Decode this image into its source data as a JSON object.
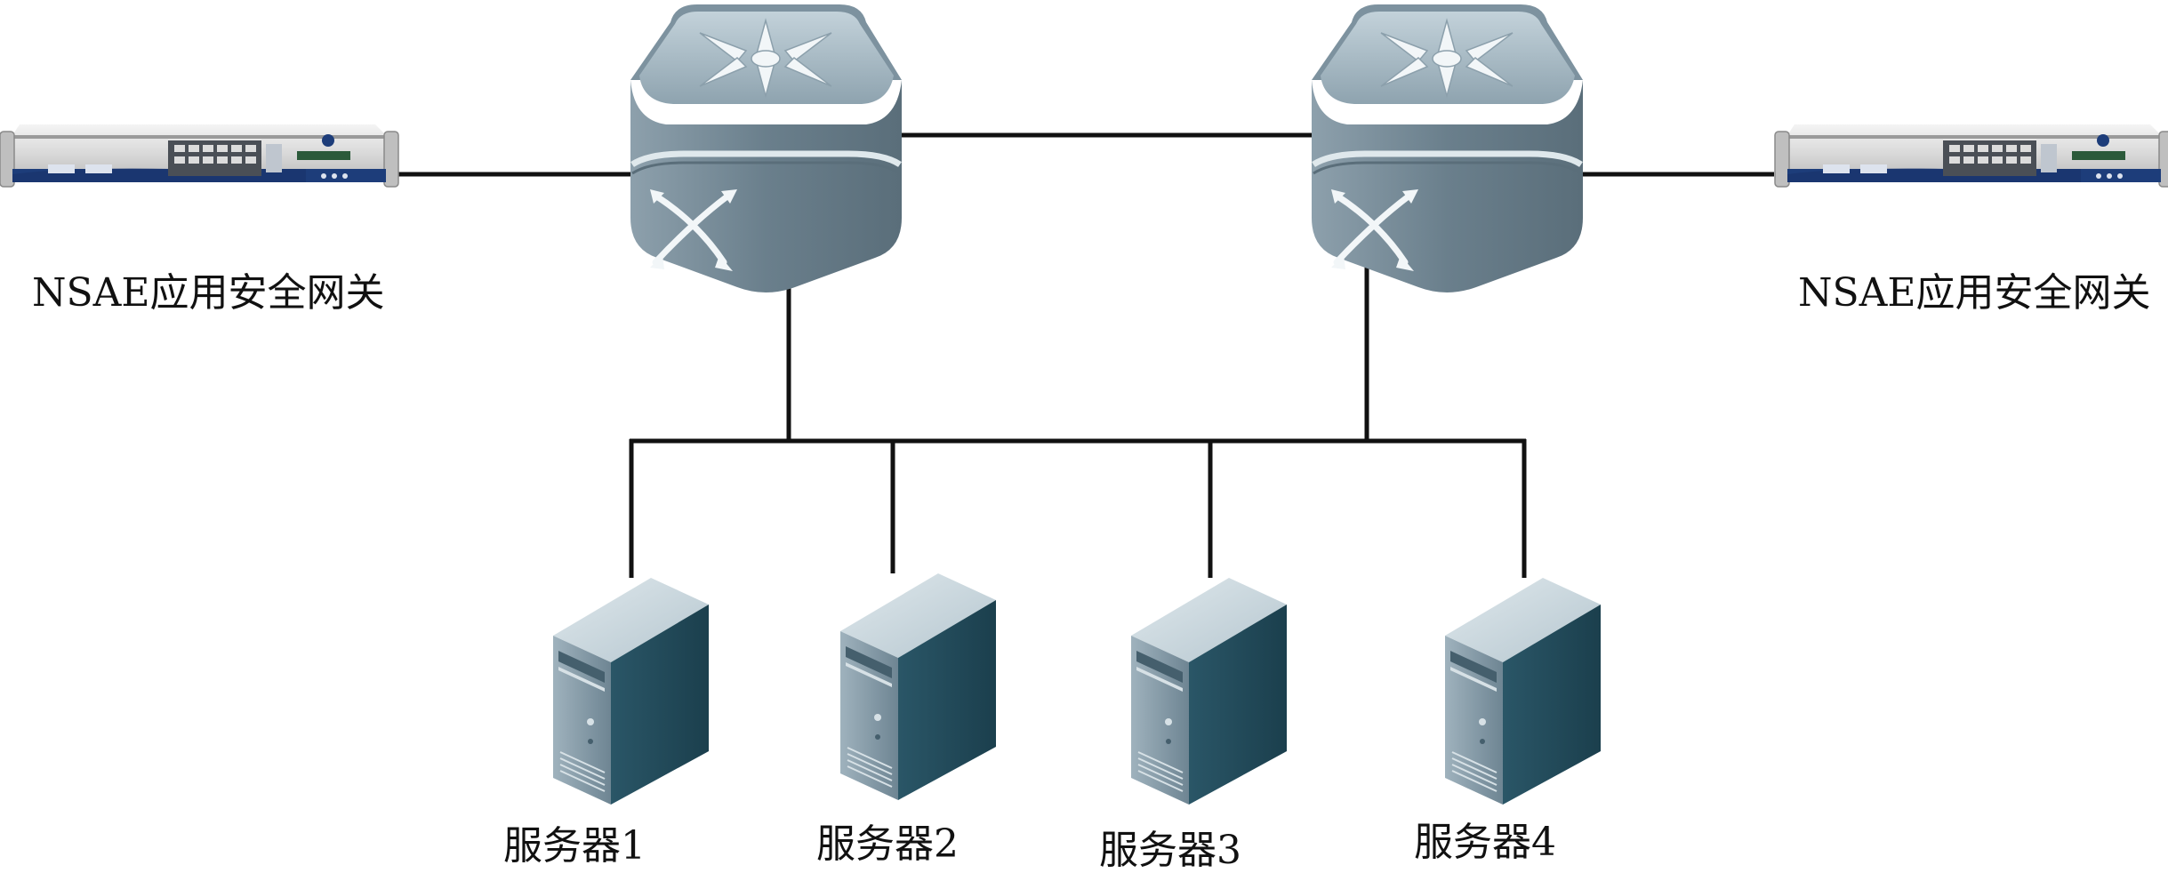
{
  "gateways": [
    {
      "label": "NSAE应用安全网关",
      "icon": "rack-appliance-icon"
    },
    {
      "label": "NSAE应用安全网关",
      "icon": "rack-appliance-icon"
    }
  ],
  "switches": [
    {
      "icon": "core-switch-icon"
    },
    {
      "icon": "core-switch-icon"
    }
  ],
  "servers": [
    {
      "label": "服务器1",
      "icon": "tower-server-icon"
    },
    {
      "label": "服务器2",
      "icon": "tower-server-icon"
    },
    {
      "label": "服务器3",
      "icon": "tower-server-icon"
    },
    {
      "label": "服务器4",
      "icon": "tower-server-icon"
    }
  ],
  "colors": {
    "link": "#111111",
    "switch_body": "#6f8593",
    "switch_top": "#a9bcc6",
    "server_front": "#7f95a3",
    "server_side": "#224a59",
    "appliance_body": "#d8d8d8",
    "appliance_panel": "#1d3d7a"
  }
}
